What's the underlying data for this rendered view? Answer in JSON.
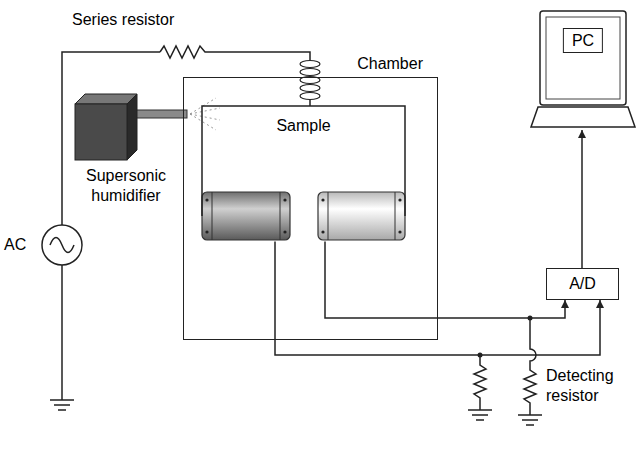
{
  "diagram": {
    "nodes": [
      {
        "text": [
          "Chamber"
        ]
      },
      {
        "text": [
          "Sample"
        ],
        "in": 0
      },
      {
        "text": [
          "PC"
        ]
      },
      {
        "text": [
          "A/D"
        ]
      }
    ],
    "edges": [
      {
        "from": 1,
        "to": 3,
        "arrow": "to"
      },
      {
        "from": 1,
        "to": 3,
        "arrow": "to"
      },
      {
        "from": 3,
        "to": 2,
        "arrow": "to"
      }
    ],
    "labels": [
      "Series resistor",
      "Supersonic humidifier",
      "AC",
      "Detecting resistor"
    ]
  }
}
